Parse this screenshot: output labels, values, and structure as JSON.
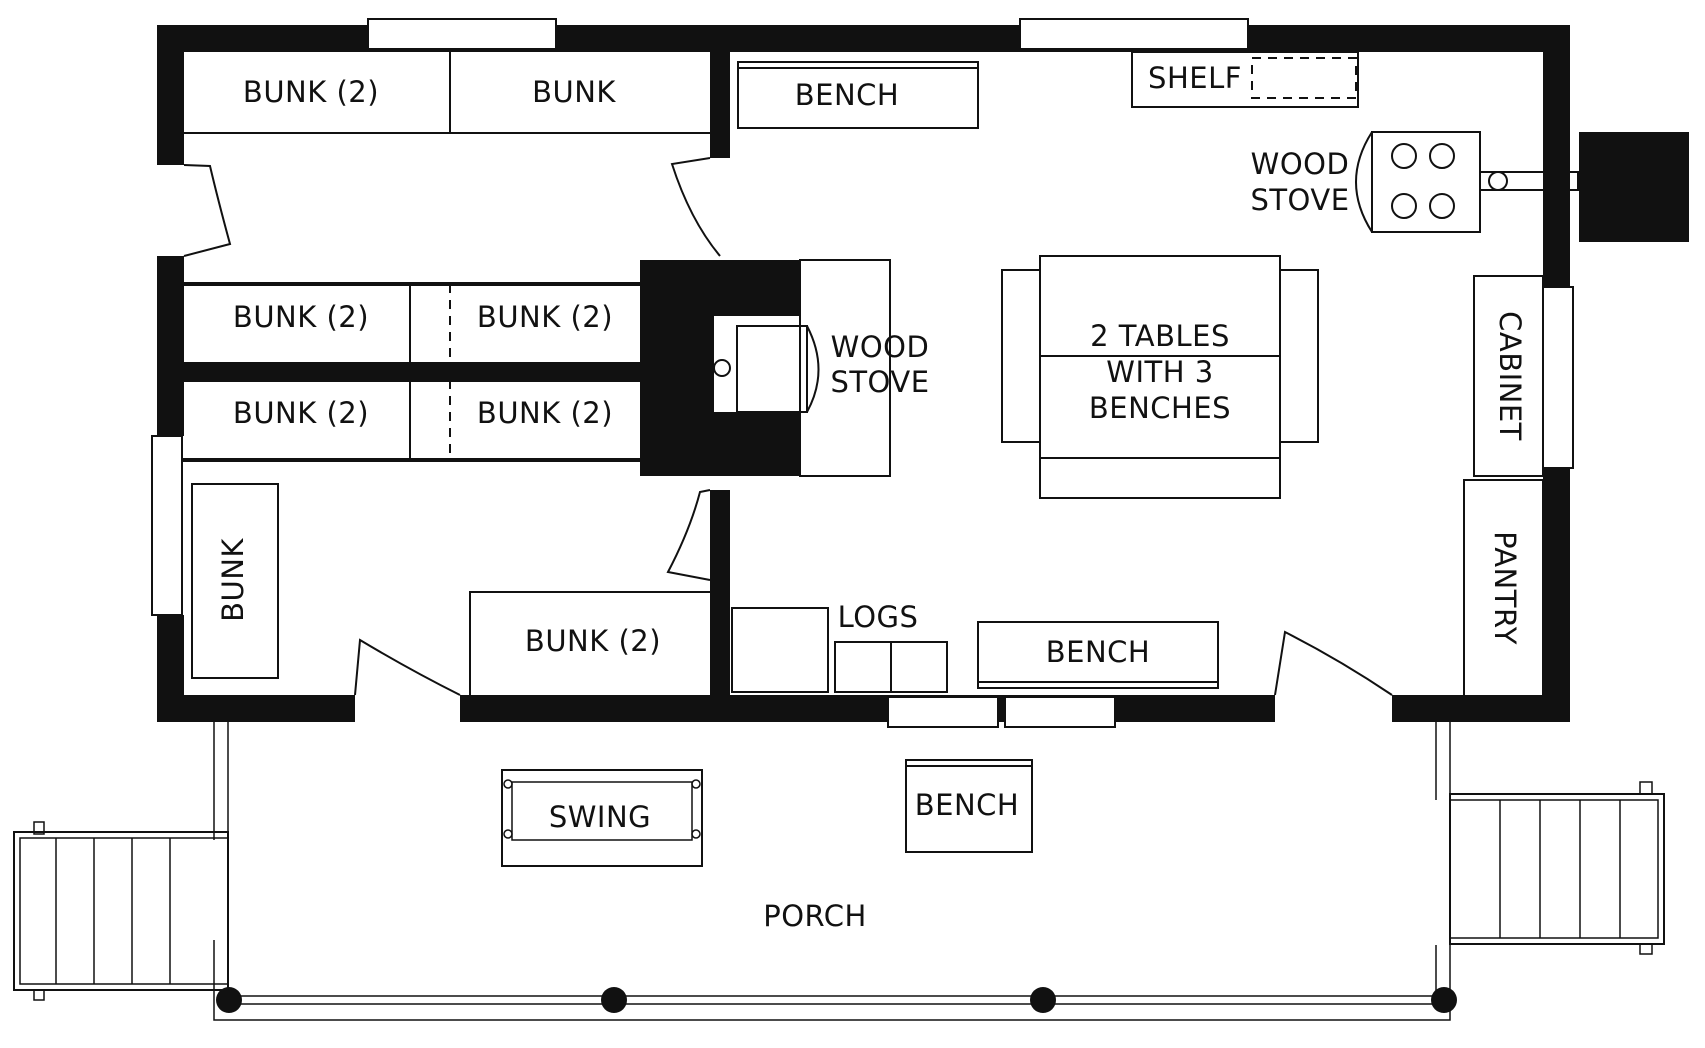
{
  "labels": {
    "bunk_2_top_left": "BUNK (2)",
    "bunk_top_right": "BUNK",
    "bench_top": "BENCH",
    "shelf": "SHELF",
    "wood_stove_kitchen_line1": "WOOD",
    "wood_stove_kitchen_line2": "STOVE",
    "bunk_2_mid_a": "BUNK (2)",
    "bunk_2_mid_b": "BUNK (2)",
    "bunk_2_mid_c": "BUNK (2)",
    "bunk_2_mid_d": "BUNK (2)",
    "wood_stove_center_line1": "WOOD",
    "wood_stove_center_line2": "STOVE",
    "tables_line1": "2 TABLES",
    "tables_line2": "WITH 3",
    "tables_line3": "BENCHES",
    "cabinet": "CABINET",
    "pantry": "PANTRY",
    "bunk_vertical": "BUNK",
    "bunk_2_bottom": "BUNK (2)",
    "logs": "LOGS",
    "bench_bottom": "BENCH",
    "swing": "SWING",
    "bench_porch": "BENCH",
    "porch": "PORCH"
  }
}
